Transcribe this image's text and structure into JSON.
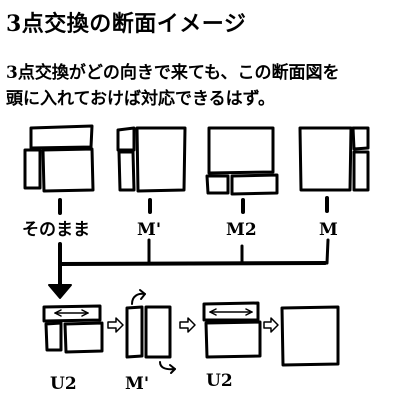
{
  "title": "3点交換の断面イメージ",
  "description_lines": [
    "3点交換がどの向きで来ても、この断面図を",
    "頭に入れておけば対応できるはず。"
  ],
  "top_labels": [
    "そのまま",
    "M'",
    "M2",
    "M"
  ],
  "sequence_labels": [
    "U2",
    "M'",
    "U2"
  ]
}
